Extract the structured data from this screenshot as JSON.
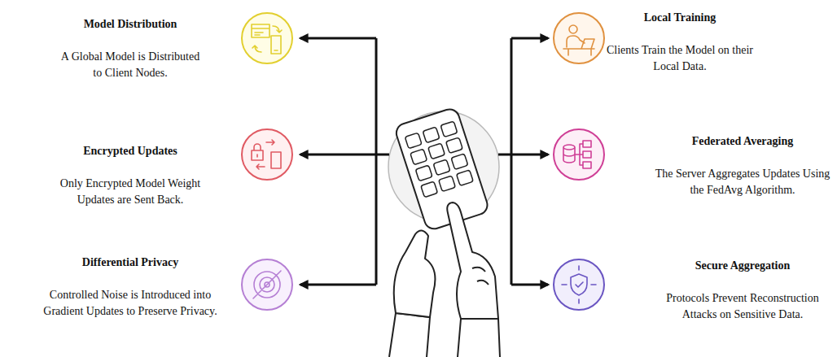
{
  "diagram": {
    "nodes": [
      {
        "text": [
          "Model Distribution",
          "A Global Model is Distributed to Client Nodes."
        ]
      },
      {
        "text": [
          "Local Training",
          "Clients Train the Model on their Local Data."
        ]
      },
      {
        "text": [
          "Encrypted Updates",
          "Only Encrypted Model Weight Updates are Sent Back."
        ]
      },
      {
        "text": [
          "Federated Averaging",
          "The Server Aggregates Updates Using the FedAvg Algorithm."
        ]
      },
      {
        "text": [
          "Differential Privacy",
          "Controlled Noise is Introduced into Gradient Updates to Preserve Privacy."
        ]
      },
      {
        "text": [
          "Secure Aggregation",
          "Protocols Prevent Reconstruction Attacks on Sensitive Data."
        ]
      }
    ]
  }
}
